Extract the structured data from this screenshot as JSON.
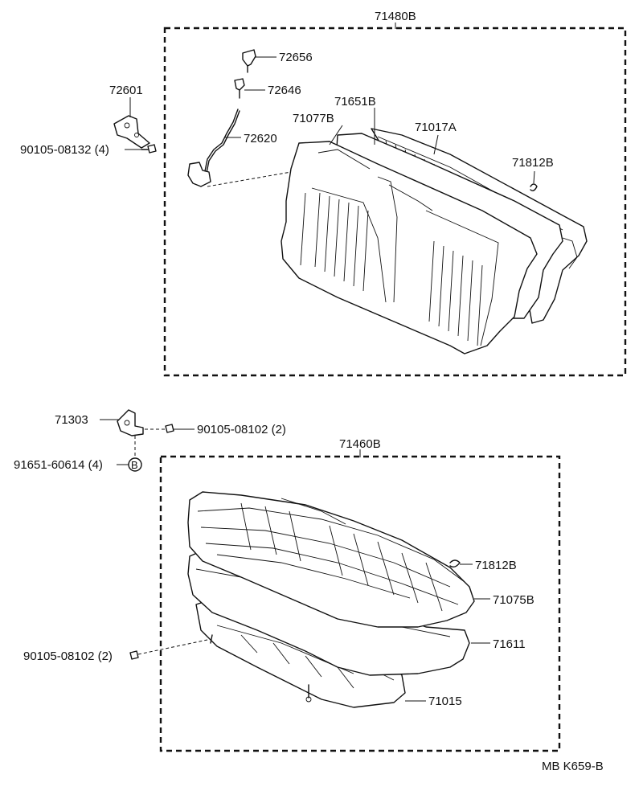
{
  "upper_group": {
    "label": "71480B"
  },
  "lower_group": {
    "label": "71460B"
  },
  "parts": {
    "p72656": "72656",
    "p72646": "72646",
    "p72601": "72601",
    "p90105_08132": "90105-08132 (4)",
    "p72620": "72620",
    "p71077B": "71077B",
    "p71651B": "71651B",
    "p71017A": "71017A",
    "p71812B_upper": "71812B",
    "p71303": "71303",
    "p90105_08102_a": "90105-08102 (2)",
    "p91651_60614": "91651-60614 (4)",
    "p71812B_lower": "71812B",
    "p71075B": "71075B",
    "p71611": "71611",
    "p90105_08102_b": "90105-08102 (2)",
    "p71015": "71015"
  },
  "marker_b": "B",
  "footer_code": "MB K659-B"
}
